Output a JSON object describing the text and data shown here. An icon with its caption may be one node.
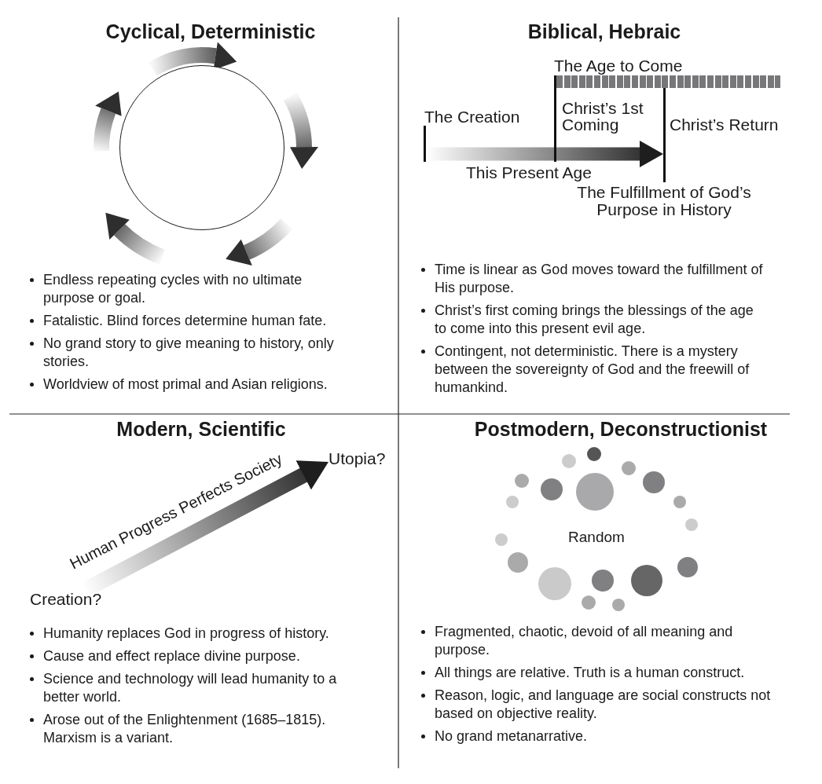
{
  "diagram": {
    "nodes": [
      {
        "text": [],
        "shape": "circle"
      },
      {
        "text": [
          "The Age to Come"
        ]
      },
      {
        "text": [],
        "shape": "bar",
        "beside": [
          "The Creation"
        ]
      },
      {
        "text": [],
        "shape": "bar",
        "beside": [
          "Christ’s 1st Coming"
        ]
      },
      {
        "text": [],
        "shape": "bar",
        "beside": [
          "Christ’s Return",
          "The Fulfillment of God’s Purpose in History"
        ]
      },
      {
        "text": [
          "Creation?"
        ]
      },
      {
        "text": [
          "Utopia?"
        ]
      }
    ],
    "edges": [
      {
        "from": 2,
        "to": 4,
        "arrow": "to",
        "label": "This Present Age"
      },
      {
        "from": 5,
        "to": 6,
        "arrow": "to",
        "label": "Human Progress Perfects Society"
      }
    ],
    "labels": [
      "Cyclical, Deterministic",
      "Endless repeating cycles with no ultimate purpose or goal.",
      "Fatalistic. Blind forces determine human fate.",
      "No grand story to give meaning to history, only stories.",
      "Worldview of most primal and Asian religions.",
      "Biblical, Hebraic",
      "Time is linear as God moves toward the fulfillment of His purpose.",
      "Christ’s first coming brings the blessings of the age to come into this present evil age.",
      "Contingent, not deterministic. There is a mystery between the sovereignty of God and the freewill of humankind.",
      "Modern, Scientific",
      "Humanity replaces God in progress of history.",
      "Cause and effect replace divine purpose.",
      "Science and technology will lead humanity to a better world.",
      "Arose out of the Enlightenment (1685–1815). Marxism is a variant.",
      "Postmodern, Deconstructionist",
      "Random",
      "Fragmented, chaotic, devoid of all meaning and purpose.",
      "All things are relative. Truth is a human construct.",
      "Reason, logic, and language are social constructs not based on objective reality.",
      "No grand metanarrative."
    ]
  }
}
